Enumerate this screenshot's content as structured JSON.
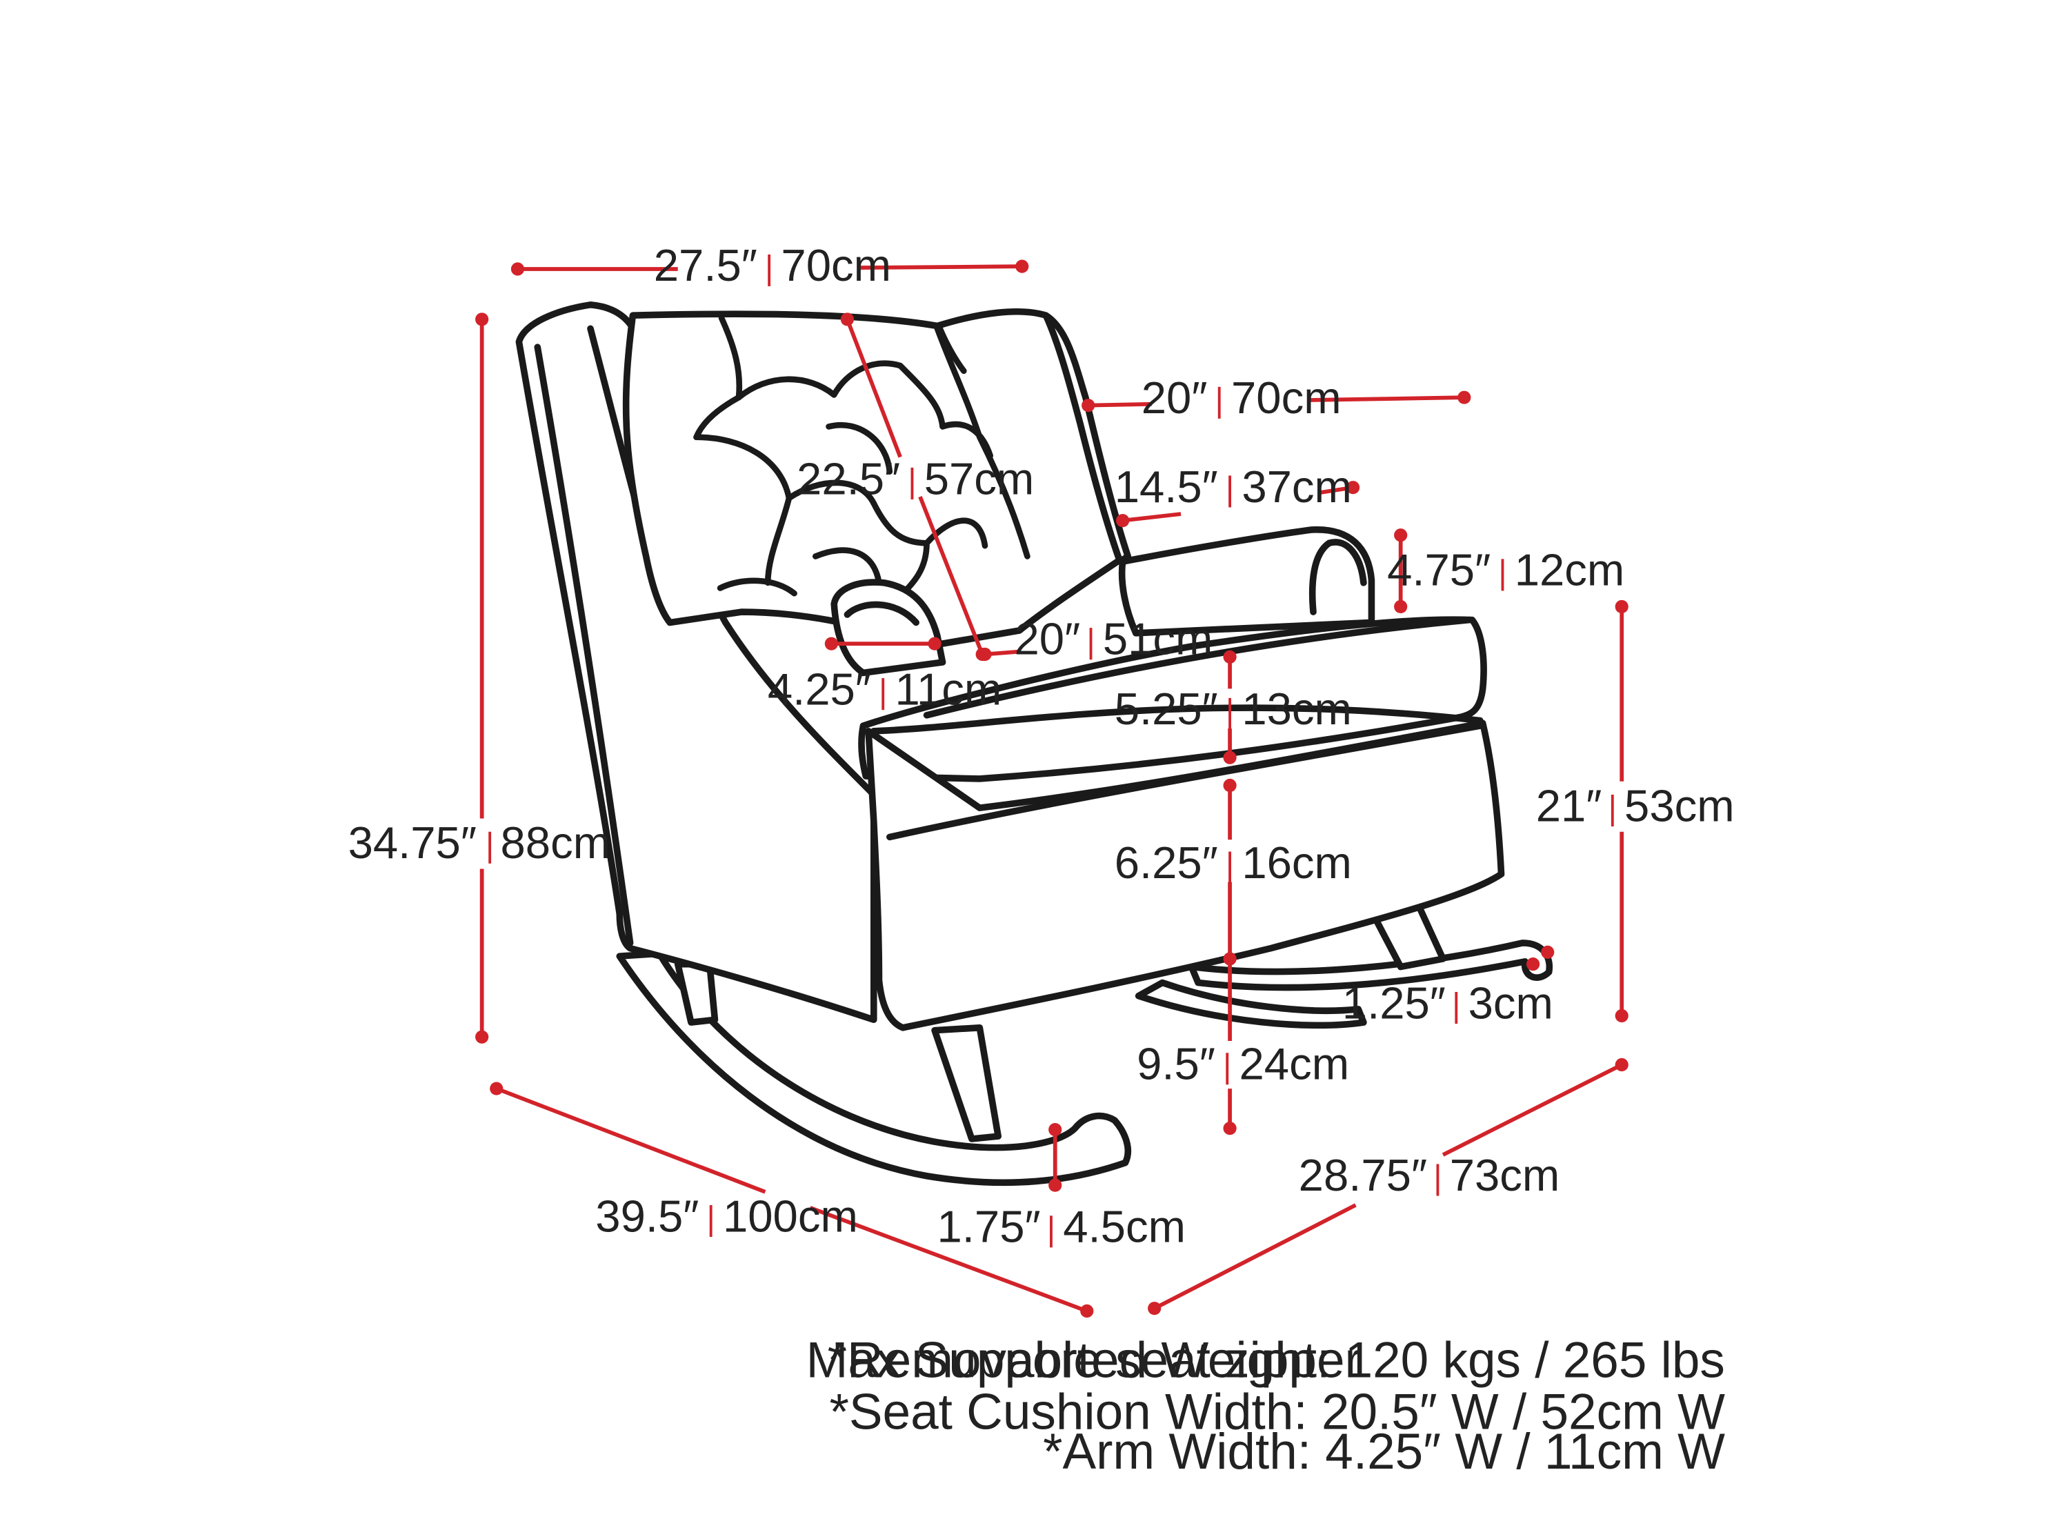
{
  "colors": {
    "dimension": "#d2232a",
    "outline": "#1a1a1a",
    "text": "#222222"
  },
  "dimensions": {
    "top_width": {
      "imperial": "27.5″",
      "metric": "70cm"
    },
    "back_depth": {
      "imperial": "20″",
      "metric": "70cm"
    },
    "back_diagonal": {
      "imperial": "22.5″",
      "metric": "57cm"
    },
    "arm_depth": {
      "imperial": "14.5″",
      "metric": "37cm"
    },
    "arm_height": {
      "imperial": "4.75″",
      "metric": "12cm"
    },
    "seat_width": {
      "imperial": "20″",
      "metric": "51cm"
    },
    "arm_width": {
      "imperial": "4.25″",
      "metric": "11cm"
    },
    "cushion_height": {
      "imperial": "5.25″",
      "metric": "13cm"
    },
    "overall_height": {
      "imperial": "34.75″",
      "metric": "88cm"
    },
    "seat_height": {
      "imperial": "21″",
      "metric": "53cm"
    },
    "base_height": {
      "imperial": "6.25″",
      "metric": "16cm"
    },
    "rocker_width": {
      "imperial": "1.25″",
      "metric": "3cm"
    },
    "floor_clearance": {
      "imperial": "9.5″",
      "metric": "24cm"
    },
    "rocker_height": {
      "imperial": "1.75″",
      "metric": "4.5cm"
    },
    "overall_length": {
      "imperial": "39.5″",
      "metric": "100cm"
    },
    "overall_depth": {
      "imperial": "28.75″",
      "metric": "73cm"
    }
  },
  "notes": {
    "zipper": "*Removable seat zipper",
    "max_weight": "Max Supported Weight: 120 kgs / 265 lbs",
    "cushion_width": "*Seat Cushion Width: 20.5″ W / 52cm W",
    "arm_width": "*Arm Width: 4.25″ W / 11cm W"
  }
}
